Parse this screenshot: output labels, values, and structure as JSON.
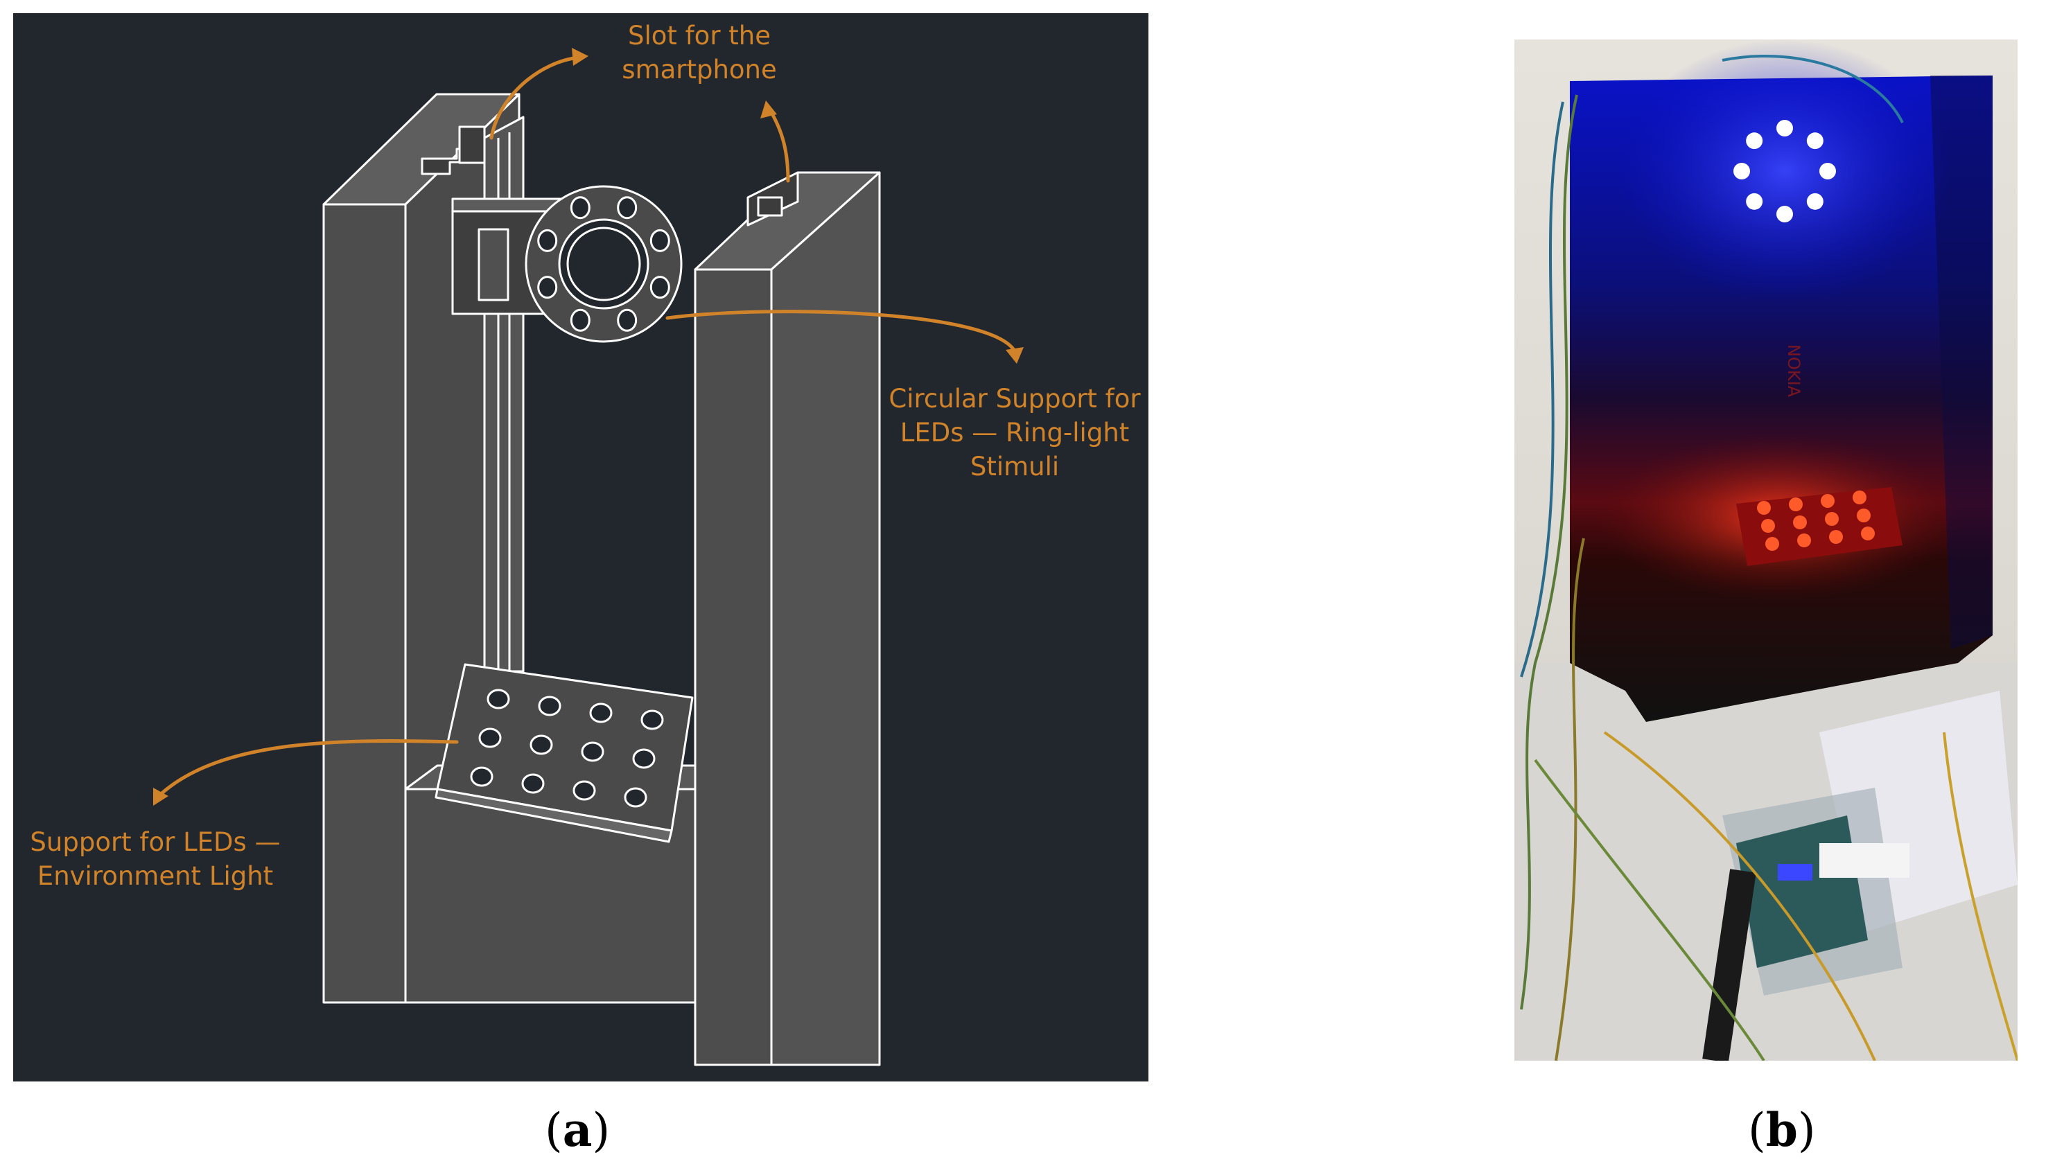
{
  "panel_a": {
    "annotations": {
      "slot_line1": "Slot for the",
      "slot_line2": "smartphone",
      "circular_line1": "Circular Support for",
      "circular_line2": "LEDs — Ring-light",
      "circular_line3": "Stimuli",
      "support_line1": "Support for LEDs —",
      "support_line2": "Environment Light"
    },
    "caption_open": "(",
    "caption_letter": "a",
    "caption_close": ")"
  },
  "panel_b": {
    "box_label": "NOKIA",
    "caption_open": "(",
    "caption_letter": "b",
    "caption_close": ")"
  },
  "colors": {
    "cad_background": "#22262d",
    "box_face": "#4d4d4d",
    "outline": "#ffffff",
    "annotation": "#d1832a",
    "ring_led": "#2a2aff",
    "env_led": "#ff2a10"
  }
}
